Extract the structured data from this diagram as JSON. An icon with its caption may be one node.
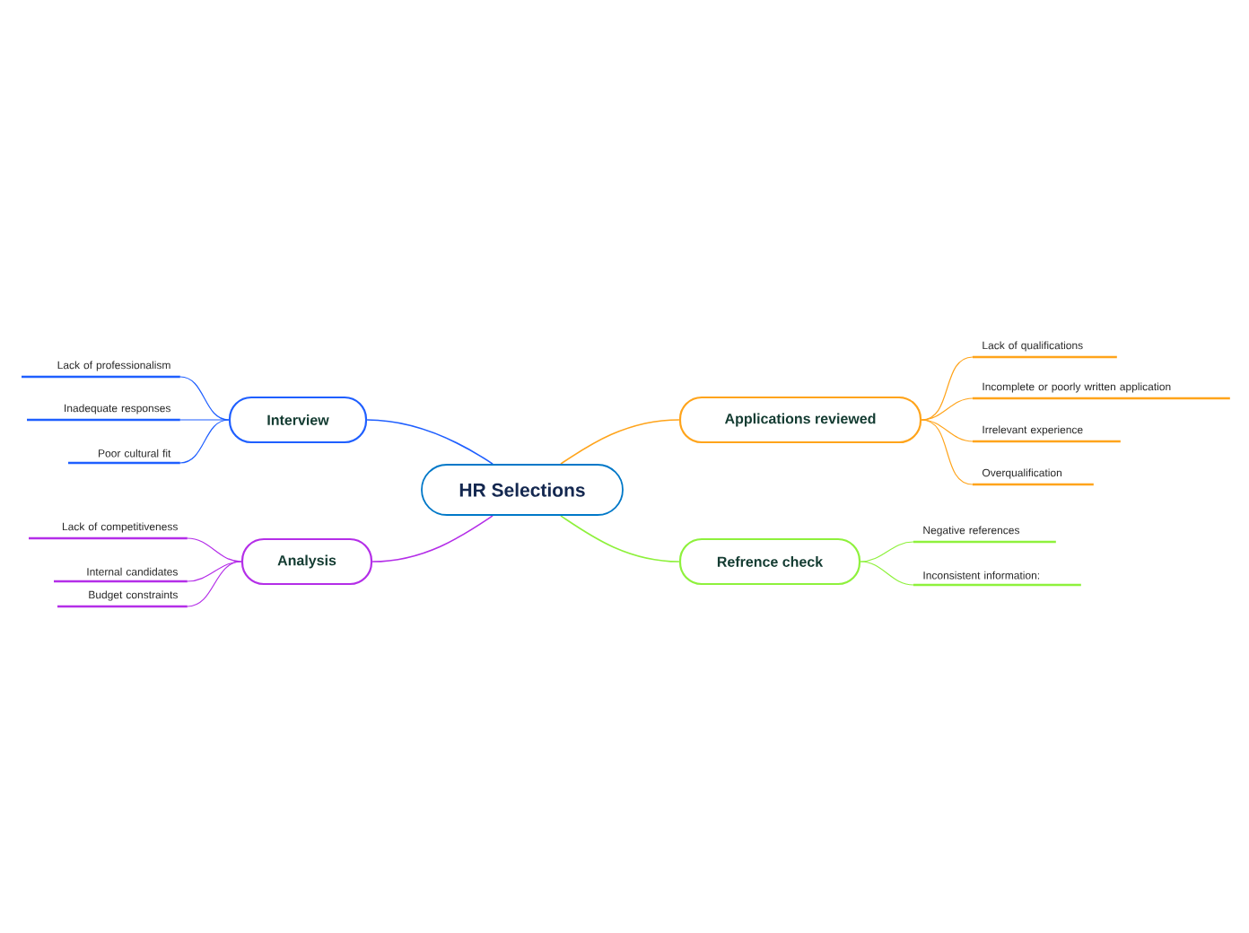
{
  "diagram": {
    "nodes": [
      {
        "text": [
          "HR Selections"
        ]
      },
      {
        "text": [
          "Applications reviewed"
        ]
      },
      {
        "text": [
          "Lack of qualifications"
        ]
      },
      {
        "text": [
          "Incomplete or poorly written application"
        ]
      },
      {
        "text": [
          "Irrelevant experience"
        ]
      },
      {
        "text": [
          "Overqualification"
        ]
      },
      {
        "text": [
          "Refrence check"
        ]
      },
      {
        "text": [
          "Negative references"
        ]
      },
      {
        "text": [
          "Inconsistent information:"
        ]
      },
      {
        "text": [
          "Analysis"
        ]
      },
      {
        "text": [
          "Lack of competitiveness"
        ]
      },
      {
        "text": [
          "Internal candidates"
        ]
      },
      {
        "text": [
          "Budget constraints"
        ]
      },
      {
        "text": [
          "Interview"
        ]
      },
      {
        "text": [
          "Lack of professionalism"
        ]
      },
      {
        "text": [
          "Inadequate responses"
        ]
      },
      {
        "text": [
          "Poor cultural fit"
        ]
      }
    ],
    "edges": [
      {
        "from": 0,
        "to": 1,
        "arrow": "none",
        "color": "#ffa41b"
      },
      {
        "from": 1,
        "to": 2,
        "arrow": "none",
        "color": "#ffa41b"
      },
      {
        "from": 1,
        "to": 3,
        "arrow": "none",
        "color": "#ffa41b"
      },
      {
        "from": 1,
        "to": 4,
        "arrow": "none",
        "color": "#ffa41b"
      },
      {
        "from": 1,
        "to": 5,
        "arrow": "none",
        "color": "#ffa41b"
      },
      {
        "from": 0,
        "to": 6,
        "arrow": "none",
        "color": "#8ef13c"
      },
      {
        "from": 6,
        "to": 7,
        "arrow": "none",
        "color": "#8ef13c"
      },
      {
        "from": 6,
        "to": 8,
        "arrow": "none",
        "color": "#8ef13c"
      },
      {
        "from": 0,
        "to": 9,
        "arrow": "none",
        "color": "#b42ee8"
      },
      {
        "from": 9,
        "to": 10,
        "arrow": "none",
        "color": "#b42ee8"
      },
      {
        "from": 9,
        "to": 11,
        "arrow": "none",
        "color": "#b42ee8"
      },
      {
        "from": 9,
        "to": 12,
        "arrow": "none",
        "color": "#b42ee8"
      },
      {
        "from": 0,
        "to": 13,
        "arrow": "none",
        "color": "#1f5fff"
      },
      {
        "from": 13,
        "to": 14,
        "arrow": "none",
        "color": "#1f5fff"
      },
      {
        "from": 13,
        "to": 15,
        "arrow": "none",
        "color": "#1f5fff"
      },
      {
        "from": 13,
        "to": 16,
        "arrow": "none",
        "color": "#1f5fff"
      }
    ]
  }
}
